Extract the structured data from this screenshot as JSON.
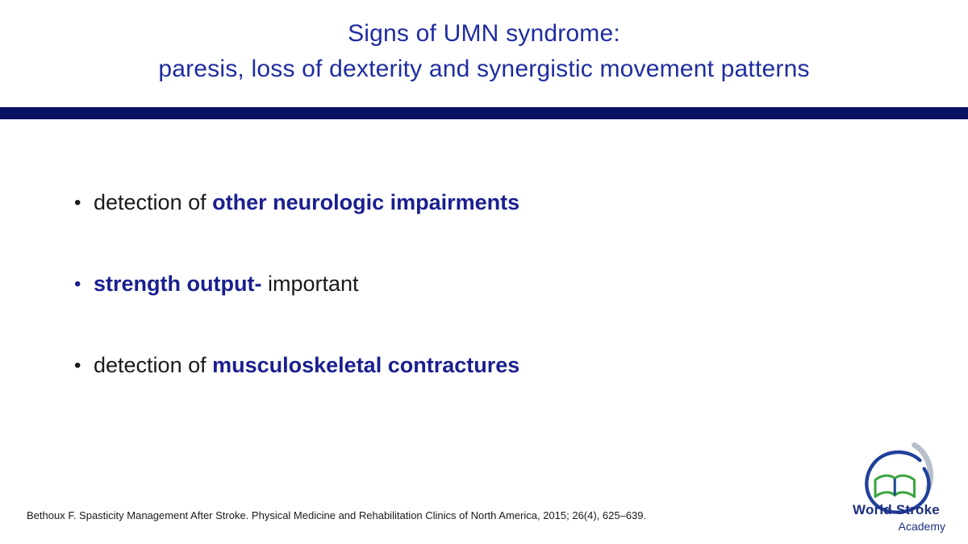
{
  "slide": {
    "title_line1": "Signs of UMN syndrome:",
    "title_line2": "paresis, loss of dexterity and synergistic movement patterns",
    "colors": {
      "title_blue": "#1f2da0",
      "divider_navy": "#0b1163",
      "accent_blue": "#1a1f8f",
      "text_black": "#1a1a1a",
      "logo_navy": "#1b2f7e",
      "bg": "#ffffff"
    },
    "bullets": [
      {
        "marker": "•",
        "segments": [
          {
            "text": "detection of ",
            "emphasis": false
          },
          {
            "text": "other neurologic impairments",
            "emphasis": true
          }
        ]
      },
      {
        "marker": "•",
        "segments": [
          {
            "text": "strength output-",
            "emphasis": true
          },
          {
            "text": " important",
            "emphasis": false
          }
        ]
      },
      {
        "marker": "•",
        "segments": [
          {
            "text": "detection of ",
            "emphasis": false
          },
          {
            "text": "musculoskeletal contractures",
            "emphasis": true
          }
        ]
      }
    ],
    "footer": {
      "citation": "Bethoux F. Spasticity Management After Stroke. Physical Medicine and Rehabilitation Clinics of North America, 2015; 26(4), 625–639."
    },
    "logo": {
      "line1": "World Stroke",
      "line2": "Academy"
    }
  }
}
